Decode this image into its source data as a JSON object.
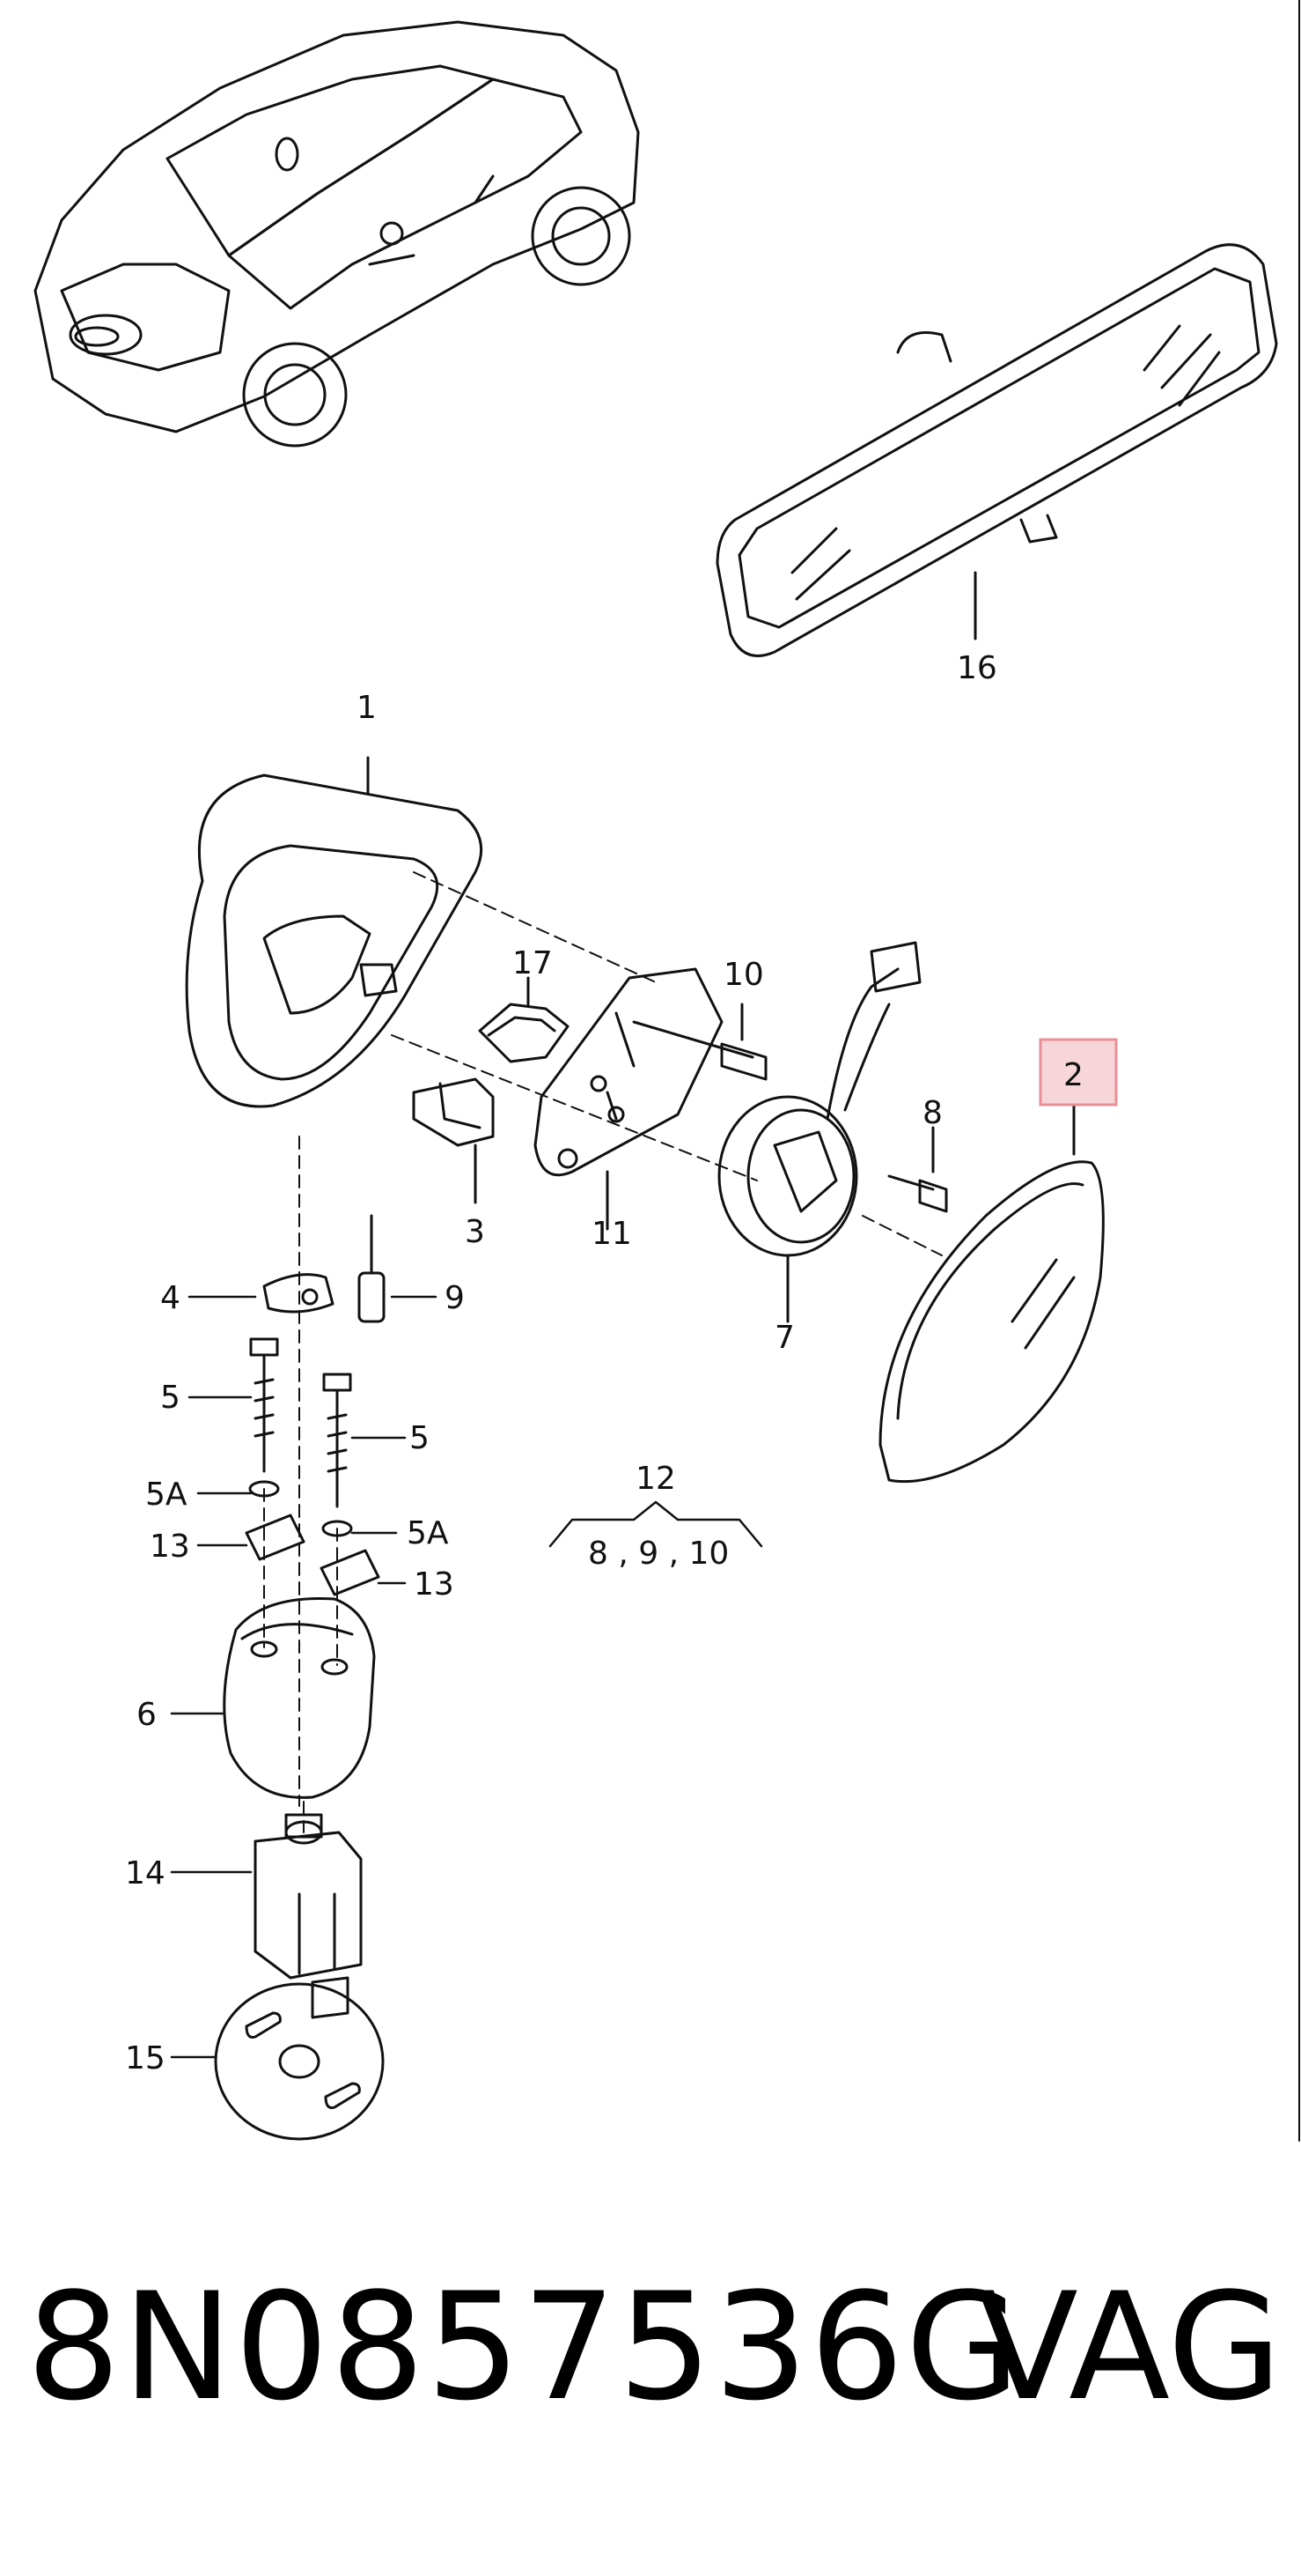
{
  "callouts": {
    "c1": "1",
    "c2": "2",
    "c3": "3",
    "c4": "4",
    "c5a": "5",
    "c5b": "5",
    "c5A_a": "5A",
    "c5A_b": "5A",
    "c6": "6",
    "c7": "7",
    "c8": "8",
    "c9a": "9",
    "c10": "10",
    "c11": "11",
    "c12": "12",
    "c12sub": "8 , 9 , 10",
    "c13a": "13",
    "c13b": "13",
    "c14": "14",
    "c15": "15",
    "c16": "16",
    "c17": "17"
  },
  "highlight_color": "#e98f97",
  "footer": {
    "part_number": "8N0857536G",
    "brand": "VAG"
  }
}
